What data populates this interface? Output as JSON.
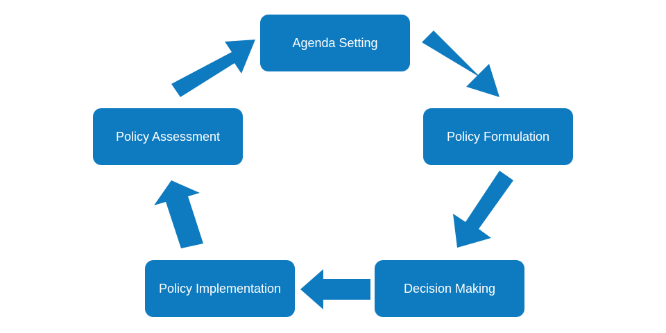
{
  "diagram": {
    "colors": {
      "node_fill": "#0e7abf",
      "arrow_fill": "#0e7abf",
      "text": "#ffffff",
      "background": "#ffffff"
    },
    "nodes": [
      {
        "id": "agenda",
        "label": "Agenda Setting"
      },
      {
        "id": "formulation",
        "label": "Policy Formulation"
      },
      {
        "id": "decision",
        "label": "Decision Making"
      },
      {
        "id": "implementation",
        "label": "Policy Implementation"
      },
      {
        "id": "assessment",
        "label": "Policy Assessment"
      }
    ],
    "edges": [
      {
        "from": "agenda",
        "to": "formulation"
      },
      {
        "from": "formulation",
        "to": "decision"
      },
      {
        "from": "decision",
        "to": "implementation"
      },
      {
        "from": "implementation",
        "to": "assessment"
      },
      {
        "from": "assessment",
        "to": "agenda"
      }
    ]
  }
}
